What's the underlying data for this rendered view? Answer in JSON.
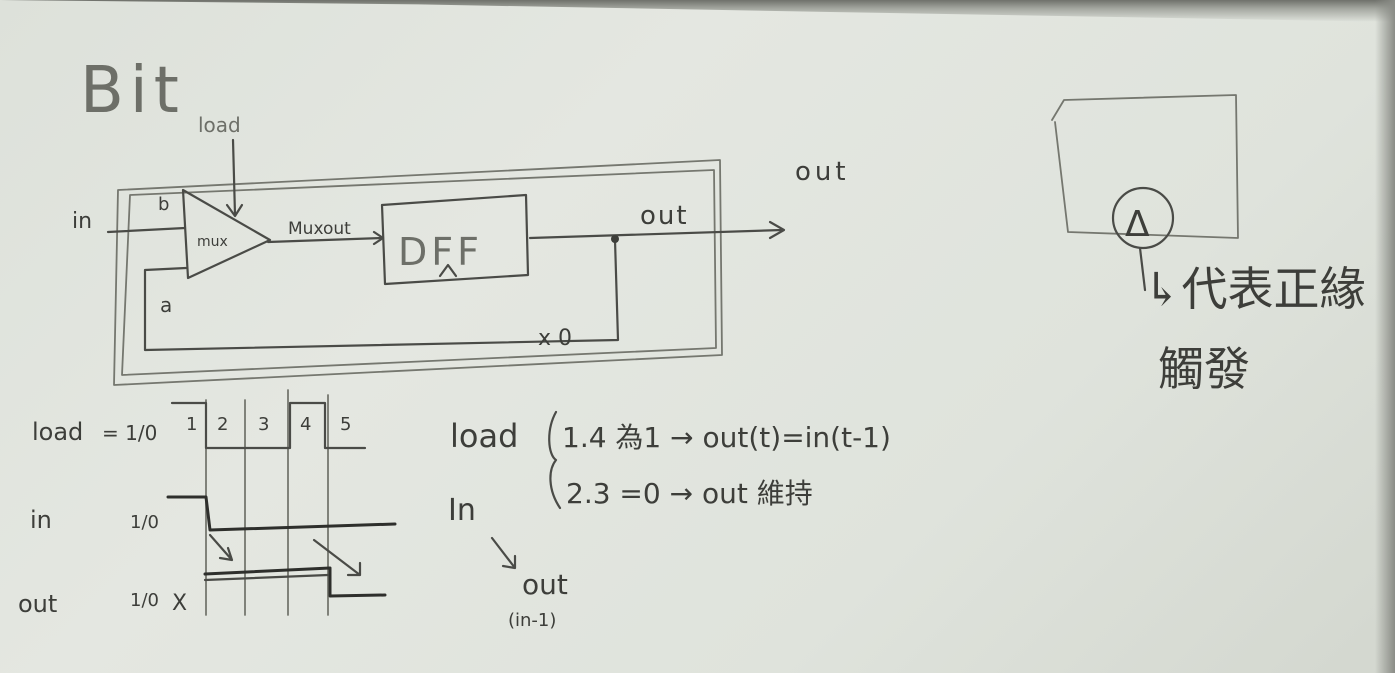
{
  "title": "Bit",
  "circuit": {
    "load_label": "load",
    "in_label": "in",
    "mux_in_b": "b",
    "mux_in_a": "a",
    "mux_label": "mux",
    "muxout_label": "Muxout",
    "dff_label": "DFF",
    "clock_mark": "^",
    "out_label": "out",
    "feedback_label": "x 0",
    "external_out": "out"
  },
  "note_box": {
    "symbol": "Δ",
    "line1": "↳代表正緣",
    "line2": "觸發"
  },
  "timing": {
    "load_label": "load",
    "load_levels": "= 1/0",
    "in_label": "in",
    "in_levels": "1/0",
    "out_label": "out",
    "out_levels": "1/0",
    "out_x": "X",
    "cycles": [
      "1",
      "2",
      "3",
      "4",
      "5"
    ]
  },
  "rules": {
    "load_word": "load",
    "rule1": "1.4 為1 → out(t)=in(t-1)",
    "rule2": "2.3 =0 → out 維持",
    "in_word": "In",
    "arrow_out": "out",
    "arrow_out_sub": "(in-1)"
  },
  "colors": {
    "ink": "#3d3e3a",
    "paper": "#e2e5df"
  }
}
